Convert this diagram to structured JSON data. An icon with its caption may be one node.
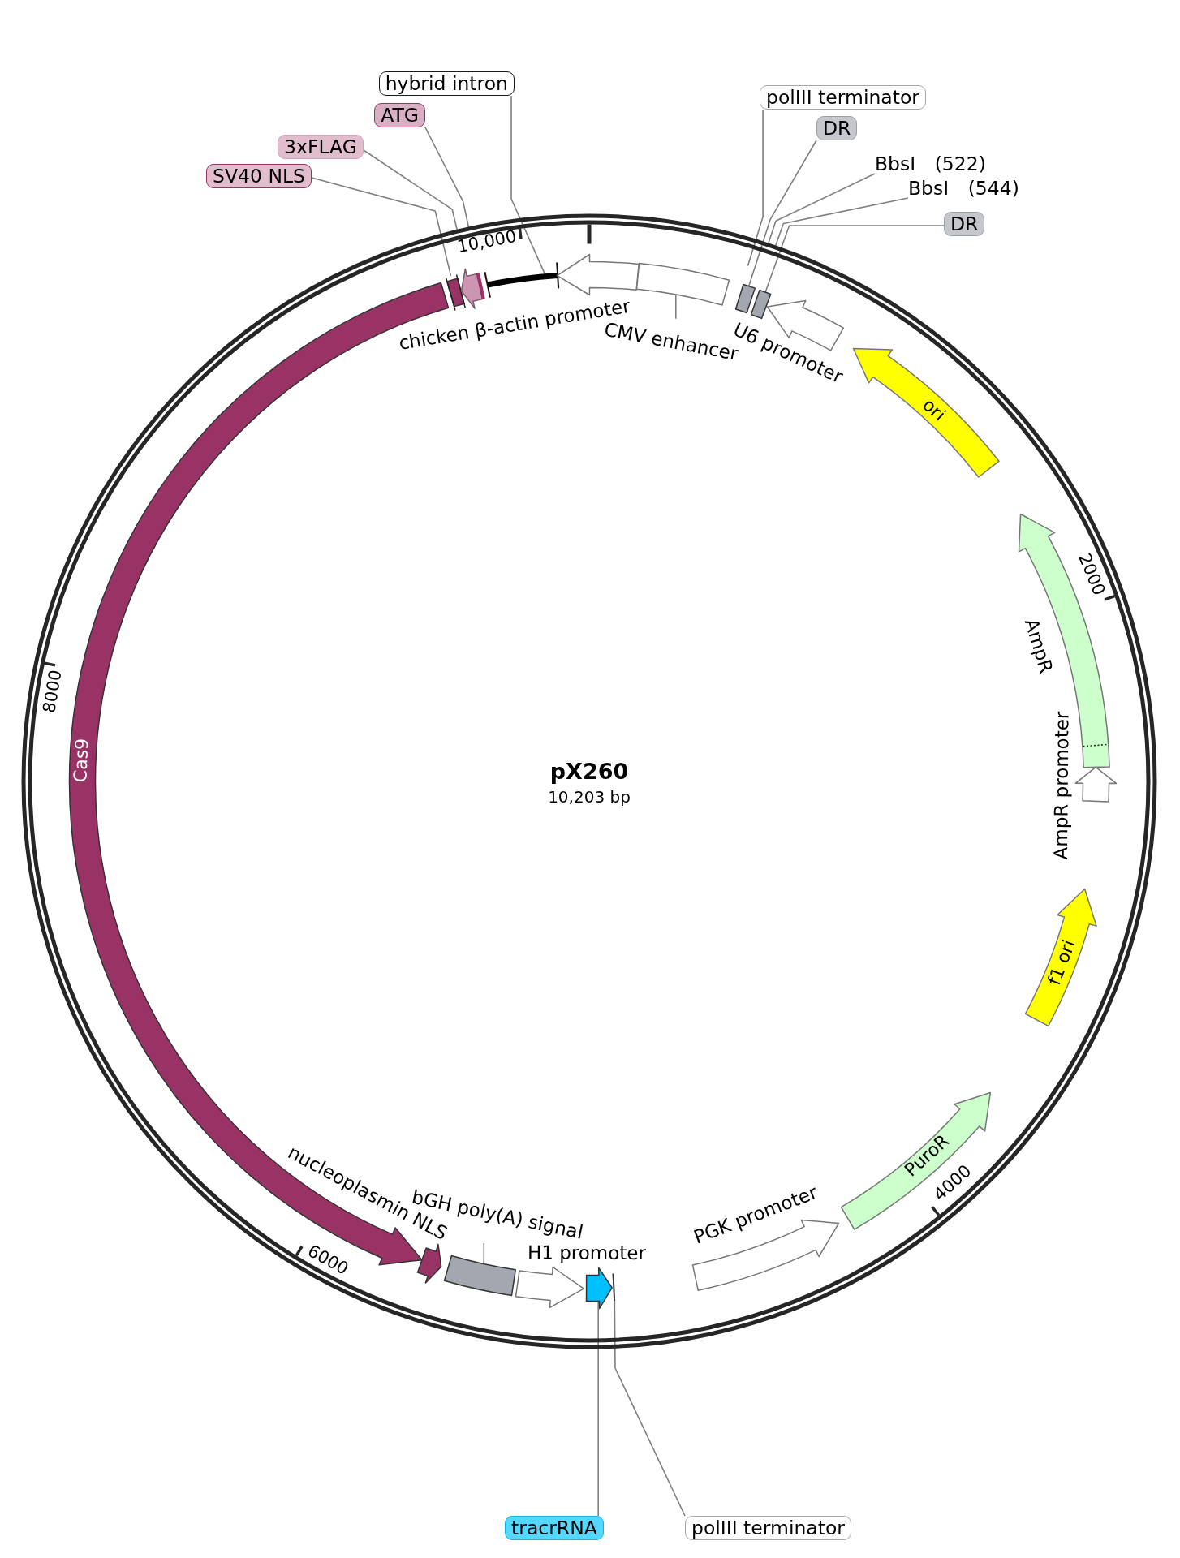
{
  "diagram": {
    "nodes": [
      {
        "text": [
          "pX260",
          "10,203 bp"
        ]
      },
      {
        "text": [
          "hybrid intron"
        ]
      },
      {
        "text": [
          "polIII terminator"
        ]
      },
      {
        "text": [
          "ATG"
        ]
      },
      {
        "text": [
          "DR"
        ]
      },
      {
        "text": [
          "3xFLAG"
        ]
      },
      {
        "text": [
          "BbsI (522)"
        ]
      },
      {
        "text": [
          "SV40 NLS"
        ]
      },
      {
        "text": [
          "BbsI (544)"
        ]
      },
      {
        "text": [
          "DR"
        ]
      },
      {
        "text": [],
        "shape": "box",
        "in": 0
      },
      {
        "text": [],
        "shape": "arrow",
        "in": 0
      },
      {
        "text": [],
        "shape": "box",
        "in": 0
      },
      {
        "text": [],
        "shape": "bar",
        "in": 0
      },
      {
        "text": [],
        "shape": "arrow",
        "in": 0,
        "beside": [
          "chicken β-actin promoter"
        ]
      },
      {
        "text": [],
        "shape": "box",
        "in": 0
      },
      {
        "text": [
          "CMV enhancer"
        ],
        "in": 0
      },
      {
        "text": [],
        "shape": "box",
        "in": 0
      },
      {
        "text": [],
        "shape": "box",
        "in": 0
      },
      {
        "text": [],
        "shape": "arrow",
        "in": 0,
        "beside": [
          "U6 promoter"
        ]
      },
      {
        "text": [
          "ori"
        ],
        "in": 0
      },
      {
        "text": [],
        "shape": "arrow",
        "in": 0,
        "beside": [
          "AmpR"
        ]
      },
      {
        "text": [],
        "shape": "arrow",
        "in": 0,
        "beside": [
          "AmpR promoter"
        ]
      },
      {
        "text": [
          "f1 ori"
        ],
        "in": 0
      },
      {
        "text": [
          "Cas9"
        ],
        "in": 0
      },
      {
        "text": [
          "PuroR"
        ],
        "in": 0
      },
      {
        "text": [],
        "shape": "arrow",
        "in": 0,
        "beside": [
          "nucleoplasmin NLS"
        ]
      },
      {
        "text": [
          "bGH poly(A) signal"
        ],
        "in": 0
      },
      {
        "text": [],
        "shape": "arrow",
        "in": 0,
        "beside": [
          "PGK promoter"
        ]
      },
      {
        "text": [],
        "shape": "box",
        "in": 0
      },
      {
        "text": [],
        "shape": "arrow",
        "in": 0,
        "beside": [
          "H1 promoter"
        ]
      },
      {
        "text": [],
        "shape": "arrow",
        "in": 0
      },
      {
        "text": [],
        "shape": "bar",
        "in": 0
      },
      {
        "text": [
          "tracrRNA"
        ]
      },
      {
        "text": [
          "polIII terminator"
        ]
      }
    ],
    "edges": [
      {
        "from": 1,
        "to": 13,
        "arrow": "none"
      },
      {
        "from": 2,
        "to": null,
        "arrow": "none"
      },
      {
        "from": 3,
        "to": 0,
        "arrow": "none"
      },
      {
        "from": 4,
        "to": 17,
        "arrow": "none"
      },
      {
        "from": 5,
        "to": 0,
        "arrow": "none"
      },
      {
        "from": 6,
        "to": 0,
        "arrow": "none"
      },
      {
        "from": 7,
        "to": 10,
        "arrow": "none"
      },
      {
        "from": 8,
        "to": 0,
        "arrow": "none"
      },
      {
        "from": 9,
        "to": 18,
        "arrow": "none"
      },
      {
        "from": 16,
        "to": 15,
        "arrow": "none"
      },
      {
        "from": 27,
        "to": 29,
        "arrow": "none"
      },
      {
        "from": 33,
        "to": 31,
        "arrow": "none"
      },
      {
        "from": 34,
        "to": 32,
        "arrow": "none"
      }
    ],
    "labels": [
      "10,000",
      "2000",
      "8000",
      "4000",
      "6000"
    ]
  }
}
